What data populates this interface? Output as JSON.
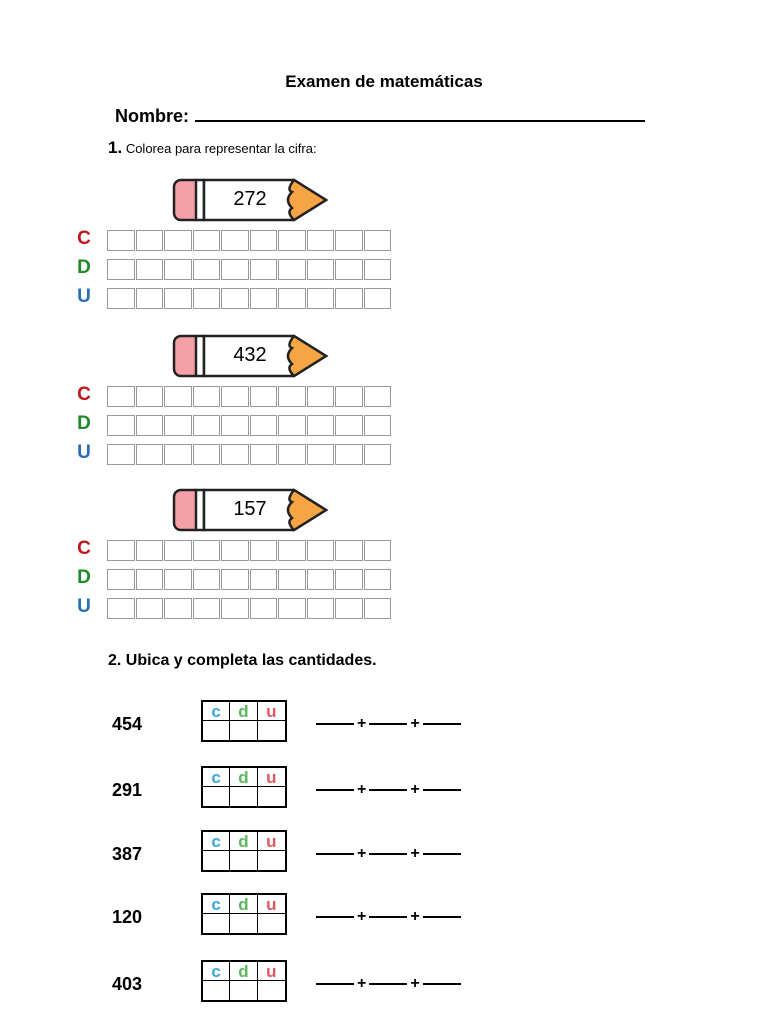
{
  "title": "Examen de matemáticas",
  "name_label": "Nombre:",
  "q1": {
    "number": "1.",
    "text": "Colorea para representar la cifra:"
  },
  "exercise1": [
    {
      "number": "272"
    },
    {
      "number": "432"
    },
    {
      "number": "157"
    }
  ],
  "place_letters": {
    "c": "C",
    "d": "D",
    "u": "U",
    "colors": {
      "c": "#c0161d",
      "d": "#1f8a2a",
      "u": "#2a6fb0"
    }
  },
  "q2": {
    "text": "2. Ubica y completa las cantidades."
  },
  "cdu_headers": {
    "c": "c",
    "d": "d",
    "u": "u",
    "colors": {
      "c": "#3aa6e0",
      "d": "#5cb85c",
      "u": "#e05561"
    }
  },
  "exercise2": [
    {
      "number": "454"
    },
    {
      "number": "291"
    },
    {
      "number": "387"
    },
    {
      "number": "120"
    },
    {
      "number": "403"
    }
  ],
  "plus_sign": "+",
  "pencil_colors": {
    "eraser": "#f4a0a6",
    "tip": "#f6a545",
    "body": "#ffffff",
    "outline": "#222222"
  }
}
